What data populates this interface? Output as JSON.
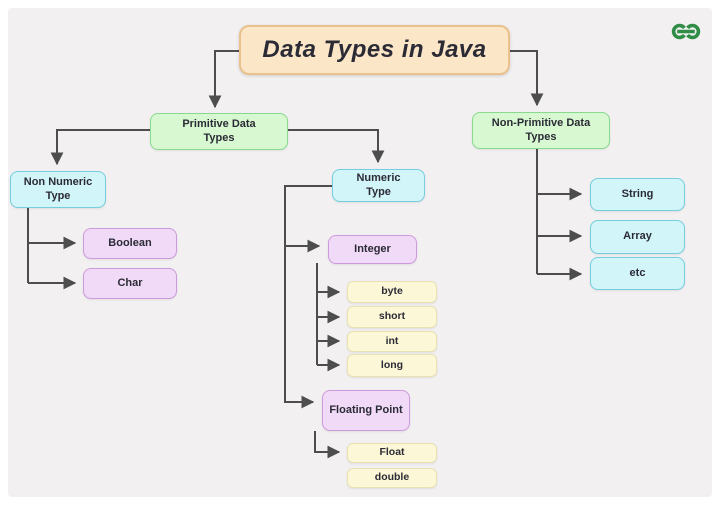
{
  "title": {
    "label": "Data Types in Java"
  },
  "logo": {
    "name": "geeksforgeeks-logo"
  },
  "nodes": {
    "primitive": "Primitive Data\nTypes",
    "non_primitive": "Non-Primitive Data\nTypes",
    "non_numeric": "Non Numeric\nType",
    "numeric": "Numeric\nType",
    "boolean": "Boolean",
    "char": "Char",
    "integer": "Integer",
    "floating_point": "Floating Point",
    "byte": "byte",
    "short": "short",
    "int": "int",
    "long": "long",
    "float": "Float",
    "double": "double",
    "string": "String",
    "array": "Array",
    "etc": "etc"
  },
  "colors": {
    "canvas": "#f2f0f1",
    "frame": "#ffffff",
    "line": "#4d4d4d",
    "text": "#2b2b35",
    "title_fill": "#fce6c8",
    "title_border": "#e9c18d",
    "green_fill": "#d8f8d2",
    "green_border": "#88da8e",
    "cyan_fill": "#d2f5fa",
    "cyan_border": "#74cede",
    "purple_fill": "#f1d9f8",
    "purple_border": "#cd9adc",
    "yellow_fill": "#fcf7d6",
    "yellow_border": "#e9e1b2",
    "logo_green": "#2f8d46"
  }
}
